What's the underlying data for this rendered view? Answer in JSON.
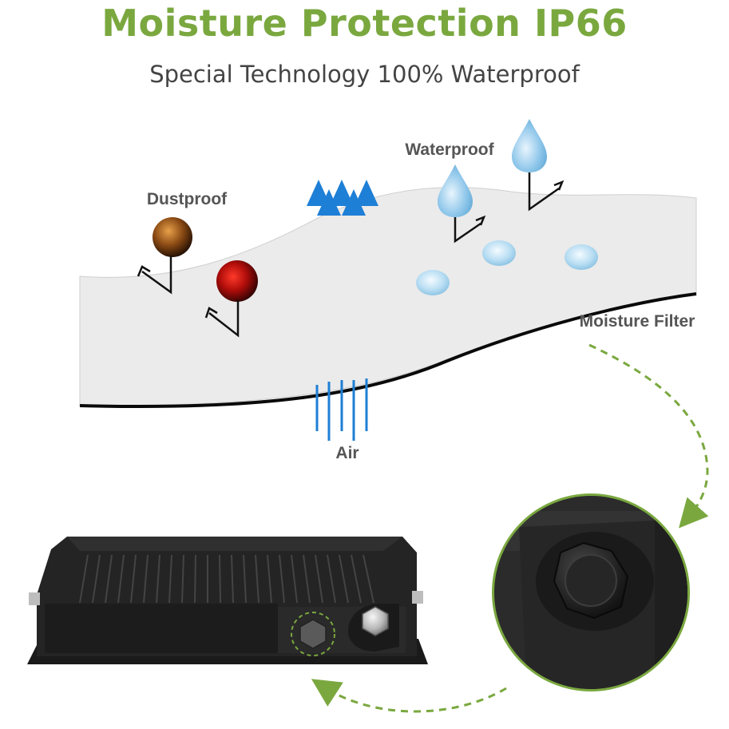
{
  "header": {
    "title": "Moisture Protection IP66",
    "subtitle": "Special Technology 100% Waterproof"
  },
  "diagram": {
    "labels": {
      "dustproof": "Dustproof",
      "waterproof": "Waterproof",
      "air": "Air",
      "moisture_filter": "Moisture Filter"
    }
  },
  "colors": {
    "accent_green": "#7aa83f",
    "air_blue": "#1e7fd6",
    "water_blue": "#8ec6ea",
    "membrane_gray": "#ececec",
    "text_gray": "#444444",
    "label_gray": "#555555"
  },
  "icons": [
    "dust-particle-icon",
    "water-drop-icon",
    "air-arrow-icon",
    "vent-plug-icon"
  ]
}
